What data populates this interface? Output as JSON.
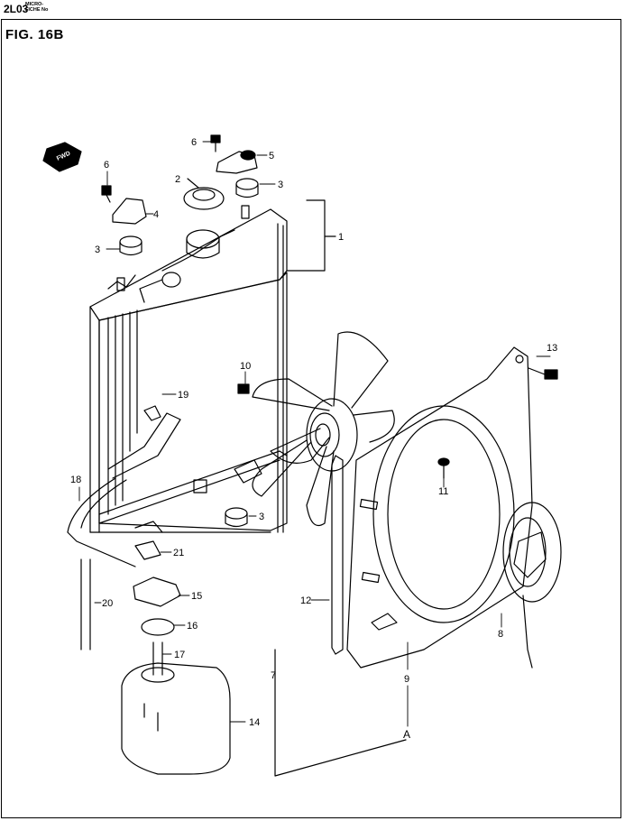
{
  "header": {
    "code": "2L03",
    "micro_line1": "MICRO-",
    "micro_line2": "FICHE No"
  },
  "figure": {
    "title": "FIG. 16B",
    "fwd_label": "FWD",
    "view_label": "A"
  },
  "callouts": [
    "1",
    "2",
    "3",
    "3",
    "3",
    "4",
    "5",
    "6",
    "6",
    "7",
    "8",
    "9",
    "10",
    "11",
    "12",
    "13",
    "14",
    "15",
    "16",
    "17",
    "18",
    "19",
    "20",
    "21"
  ]
}
